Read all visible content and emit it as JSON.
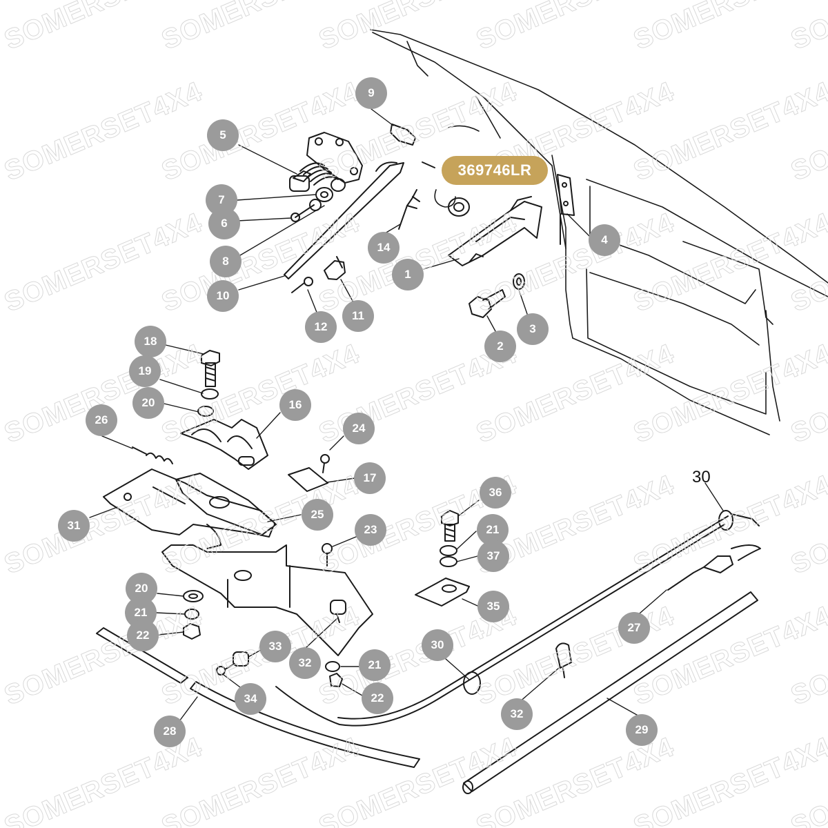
{
  "watermark": {
    "text": "SOMERSET4X4"
  },
  "part_number": "369746LR",
  "plain_label": "30",
  "callouts": [
    {
      "id": "c9",
      "label": "9"
    },
    {
      "id": "c5",
      "label": "5"
    },
    {
      "id": "c7",
      "label": "7"
    },
    {
      "id": "c6",
      "label": "6"
    },
    {
      "id": "c8",
      "label": "8"
    },
    {
      "id": "c10",
      "label": "10"
    },
    {
      "id": "c14",
      "label": "14"
    },
    {
      "id": "c1",
      "label": "1"
    },
    {
      "id": "c4",
      "label": "4"
    },
    {
      "id": "c12",
      "label": "12"
    },
    {
      "id": "c11",
      "label": "11"
    },
    {
      "id": "c2",
      "label": "2"
    },
    {
      "id": "c3",
      "label": "3"
    },
    {
      "id": "c18",
      "label": "18"
    },
    {
      "id": "c19",
      "label": "19"
    },
    {
      "id": "c20a",
      "label": "20"
    },
    {
      "id": "c16",
      "label": "16"
    },
    {
      "id": "c26",
      "label": "26"
    },
    {
      "id": "c24",
      "label": "24"
    },
    {
      "id": "c17",
      "label": "17"
    },
    {
      "id": "c31",
      "label": "31"
    },
    {
      "id": "c25",
      "label": "25"
    },
    {
      "id": "c23",
      "label": "23"
    },
    {
      "id": "c36",
      "label": "36"
    },
    {
      "id": "c21a",
      "label": "21"
    },
    {
      "id": "c37",
      "label": "37"
    },
    {
      "id": "c35",
      "label": "35"
    },
    {
      "id": "c20b",
      "label": "20"
    },
    {
      "id": "c21b",
      "label": "21"
    },
    {
      "id": "c22a",
      "label": "22"
    },
    {
      "id": "c33",
      "label": "33"
    },
    {
      "id": "c32a",
      "label": "32"
    },
    {
      "id": "c21c",
      "label": "21"
    },
    {
      "id": "c22b",
      "label": "22"
    },
    {
      "id": "c34",
      "label": "34"
    },
    {
      "id": "c28",
      "label": "28"
    },
    {
      "id": "c30",
      "label": "30"
    },
    {
      "id": "c27",
      "label": "27"
    },
    {
      "id": "c32b",
      "label": "32"
    },
    {
      "id": "c29",
      "label": "29"
    }
  ]
}
